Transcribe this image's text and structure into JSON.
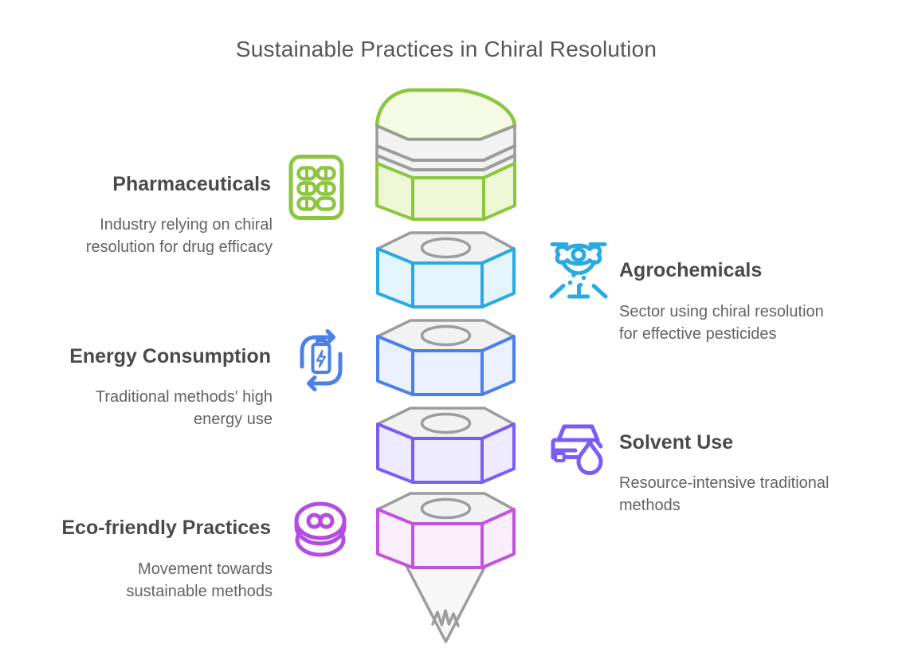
{
  "title": "Sustainable Practices in Chiral Resolution",
  "items": {
    "pharmaceuticals": {
      "heading": "Pharmaceuticals",
      "description": "Industry relying on chiral resolution for drug efficacy",
      "icon": "pill-blister-icon",
      "color": "#8CC63F"
    },
    "agrochemicals": {
      "heading": "Agrochemicals",
      "description": "Sector using chiral resolution for effective pesticides",
      "icon": "drone-sprayer-icon",
      "color": "#29ABE2"
    },
    "energy_consumption": {
      "heading": "Energy Consumption",
      "description": "Traditional methods' high energy use",
      "icon": "battery-recycle-icon",
      "color": "#4A80E8"
    },
    "solvent_use": {
      "heading": "Solvent Use",
      "description": "Resource-intensive traditional methods",
      "icon": "car-droplet-icon",
      "color": "#7C5CF6"
    },
    "eco_friendly": {
      "heading": "Eco-friendly Practices",
      "description": "Movement towards sustainable methods",
      "icon": "coins-icon",
      "color": "#B44CE0"
    }
  },
  "funnel": {
    "layers": [
      {
        "name": "pharmaceuticals",
        "stroke": "#8CC63F",
        "fill": "#EDF7D5",
        "cap_fill": "#F4FAE4"
      },
      {
        "name": "agrochemicals",
        "stroke": "#29ABE2",
        "fill": "#E3F4FC"
      },
      {
        "name": "energy-consumption",
        "stroke": "#4A80E8",
        "fill": "#EAF0FD"
      },
      {
        "name": "solvent-use",
        "stroke": "#7C5CF6",
        "fill": "#EEEBFE"
      },
      {
        "name": "eco-friendly",
        "stroke": "#C353DF",
        "fill": "#FAEEFB"
      }
    ],
    "neutral": {
      "stroke": "#9C9C9C",
      "fill": "#F2F2F2",
      "cone_fill": "#F7F7F7"
    }
  }
}
